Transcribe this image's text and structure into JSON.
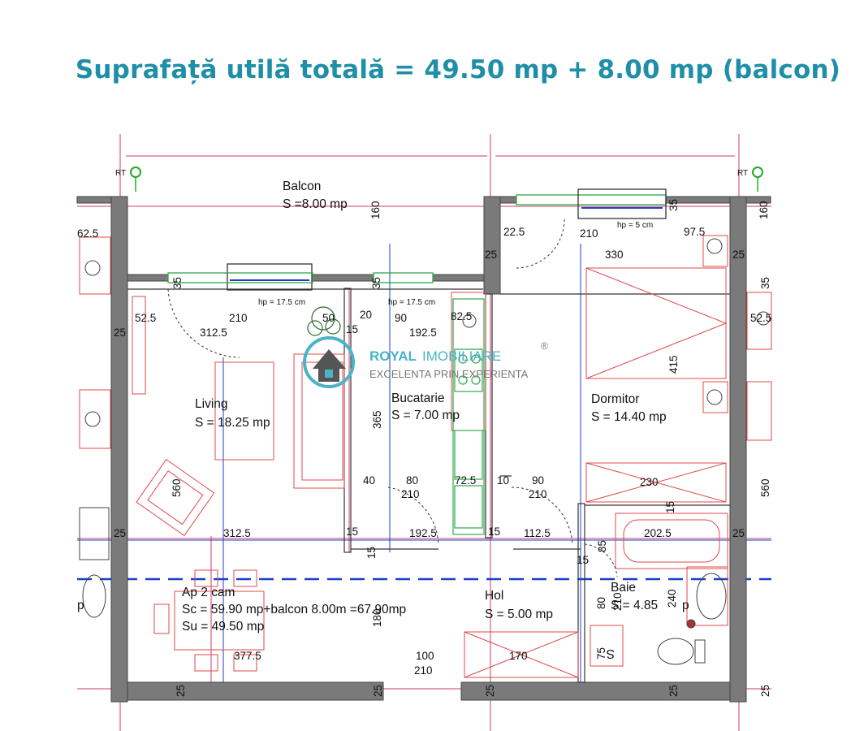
{
  "header": {
    "title": "Suprafață utilă totală = 49.50 mp + 8.00 mp (balcon)"
  },
  "colors": {
    "title": "#1f8fa8",
    "wall": "#7a7a7a",
    "furniture": "#e04a4a",
    "axis": "#1d3fc8",
    "kitchen": "#2fa84a",
    "window": "#2fa84a",
    "guide": "#d23a6a",
    "logo": "#4ab3c8"
  },
  "logo": {
    "brand_a": "ROYAL",
    "brand_b": "IMOBILIARE",
    "tagline": "EXCELENTA PRIN EXPERIENTA",
    "registered": "®"
  },
  "rooms": {
    "balcon": {
      "name": "Balcon",
      "area": "S =8.00 mp"
    },
    "living": {
      "name": "Living",
      "area": "S = 18.25 mp"
    },
    "bucatarie": {
      "name": "Bucatarie",
      "area": "S = 7.00 mp"
    },
    "dormitor": {
      "name": "Dormitor",
      "area": "S = 14.40 mp"
    },
    "hol": {
      "name": "Hol",
      "area": "S = 5.00 mp"
    },
    "baie": {
      "name": "Baie",
      "area": "S = 4.85"
    },
    "apartment": {
      "name": "Ap 2 cam",
      "sc": "Sc = 59.90 mp+balcon 8.00m =67.90mp",
      "su": "Su = 49.50 mp"
    }
  },
  "labels": {
    "rt_left": "RT",
    "rt_right": "RT",
    "hp_175_a": "hp = 17.5 cm",
    "hp_175_b": "hp = 17.5 cm",
    "hp_5": "hp = 5 cm",
    "p_left": "p",
    "p_right": "p",
    "door_s": "S"
  },
  "dims": {
    "d160a": "160",
    "d160b": "160",
    "d35a": "35",
    "d35b": "35",
    "d35c": "35",
    "d35d": "35",
    "d62_5": "62.5",
    "d22_5": "22.5",
    "d210top": "210",
    "d97_5": "97.5",
    "d25a": "25",
    "d25b": "25",
    "d330": "330",
    "d52_5a": "52.5",
    "d210l": "210",
    "d50": "50",
    "d20": "20",
    "d90a": "90",
    "d82_5": "82.5",
    "d52_5b": "52.5",
    "d25c": "25",
    "d312_5a": "312.5",
    "d15a": "15",
    "d192_5a": "192.5",
    "d415": "415",
    "d365": "365",
    "d560a": "560",
    "d560b": "560",
    "d40": "40",
    "d80a": "80",
    "d72_5": "72.5",
    "d10": "10",
    "d90b": "90",
    "d230": "230",
    "d210a": "210",
    "d210b": "210",
    "d15b": "15",
    "d25d": "25",
    "d312_5b": "312.5",
    "d15c": "15",
    "d192_5b": "192.5",
    "d15d": "15",
    "d112_5": "112.5",
    "d202_5": "202.5",
    "d25e": "25",
    "d15e": "15",
    "d85": "85",
    "d15f": "15",
    "d240": "240",
    "d80b": "80",
    "d210c": "210",
    "d180": "180",
    "d377_5": "377.5",
    "d100": "100",
    "d210d": "210",
    "d170": "170",
    "d75": "75",
    "b25a": "25",
    "b25b": "25",
    "b25c": "25",
    "b25d": "25",
    "b25e": "25"
  }
}
